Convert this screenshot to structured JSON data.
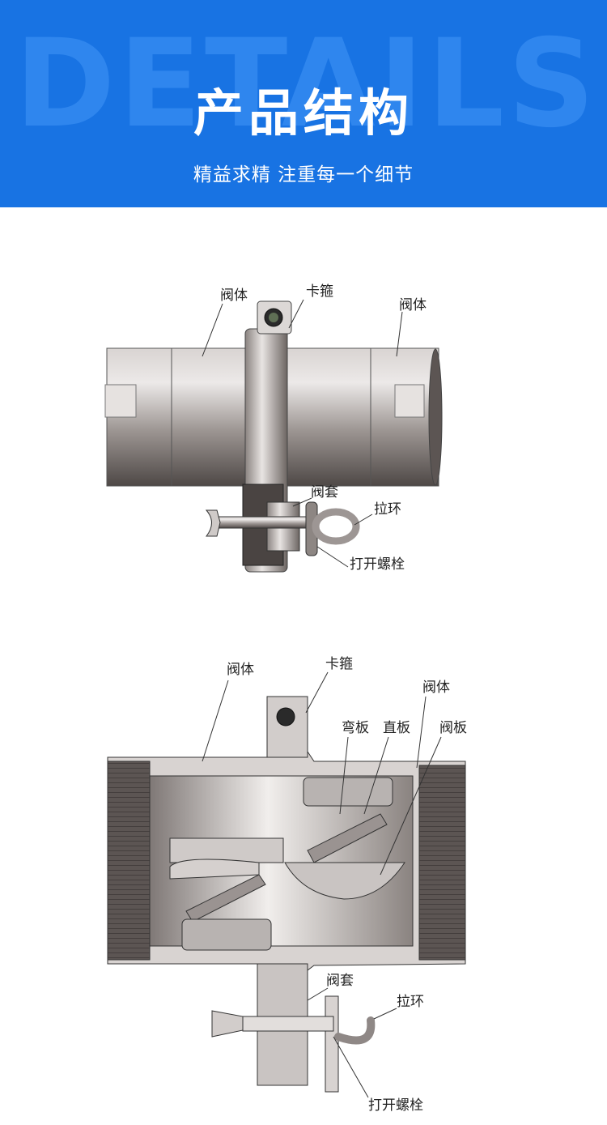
{
  "header": {
    "watermark": "DETAILS",
    "title": "产品结构",
    "subtitle": "精益求精 注重每一个细节",
    "background_color": "#1873e3"
  },
  "diagram_external": {
    "labels": {
      "valve_body_left": "阀体",
      "clamp": "卡箍",
      "valve_body_right": "阀体",
      "valve_sleeve": "阀套",
      "pull_ring": "拉环",
      "opening_bolt": "打开螺栓"
    }
  },
  "diagram_section": {
    "labels": {
      "valve_body_left": "阀体",
      "clamp": "卡箍",
      "curved_plate": "弯板",
      "straight_plate": "直板",
      "valve_body_right": "阀体",
      "valve_plate": "阀板",
      "valve_sleeve": "阀套",
      "pull_ring": "拉环",
      "opening_bolt": "打开螺栓"
    }
  }
}
